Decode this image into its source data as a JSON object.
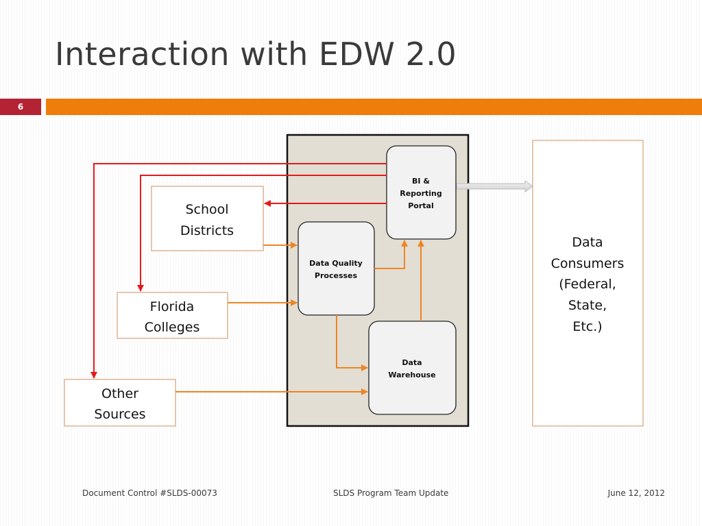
{
  "slide": {
    "title": "Interaction with EDW 2.0",
    "number": "6"
  },
  "diagram": {
    "sources": {
      "school_districts": [
        "School",
        "Districts"
      ],
      "florida_colleges": [
        "Florida",
        "Colleges"
      ],
      "other_sources": [
        "Other",
        "Sources"
      ]
    },
    "edw": {
      "bi_portal": [
        "BI &",
        "Reporting",
        "Portal"
      ],
      "data_quality": [
        "Data Quality",
        "Processes"
      ],
      "data_warehouse": [
        "Data",
        "Warehouse"
      ]
    },
    "consumers": [
      "Data",
      "Consumers",
      "(Federal,",
      "State,",
      "Etc.)"
    ]
  },
  "footer": {
    "left": "Document Control #SLDS-00073",
    "center": "SLDS Program Team Update",
    "right": "June 12, 2012"
  },
  "colors": {
    "accent_orange": "#ee7d0b",
    "slide_number_red": "#b32333",
    "return_arrow_red": "#e31b1b",
    "flow_arrow_orange": "#ee8522",
    "edw_background": "#e2ded4",
    "box_border": "#d5a27a"
  }
}
